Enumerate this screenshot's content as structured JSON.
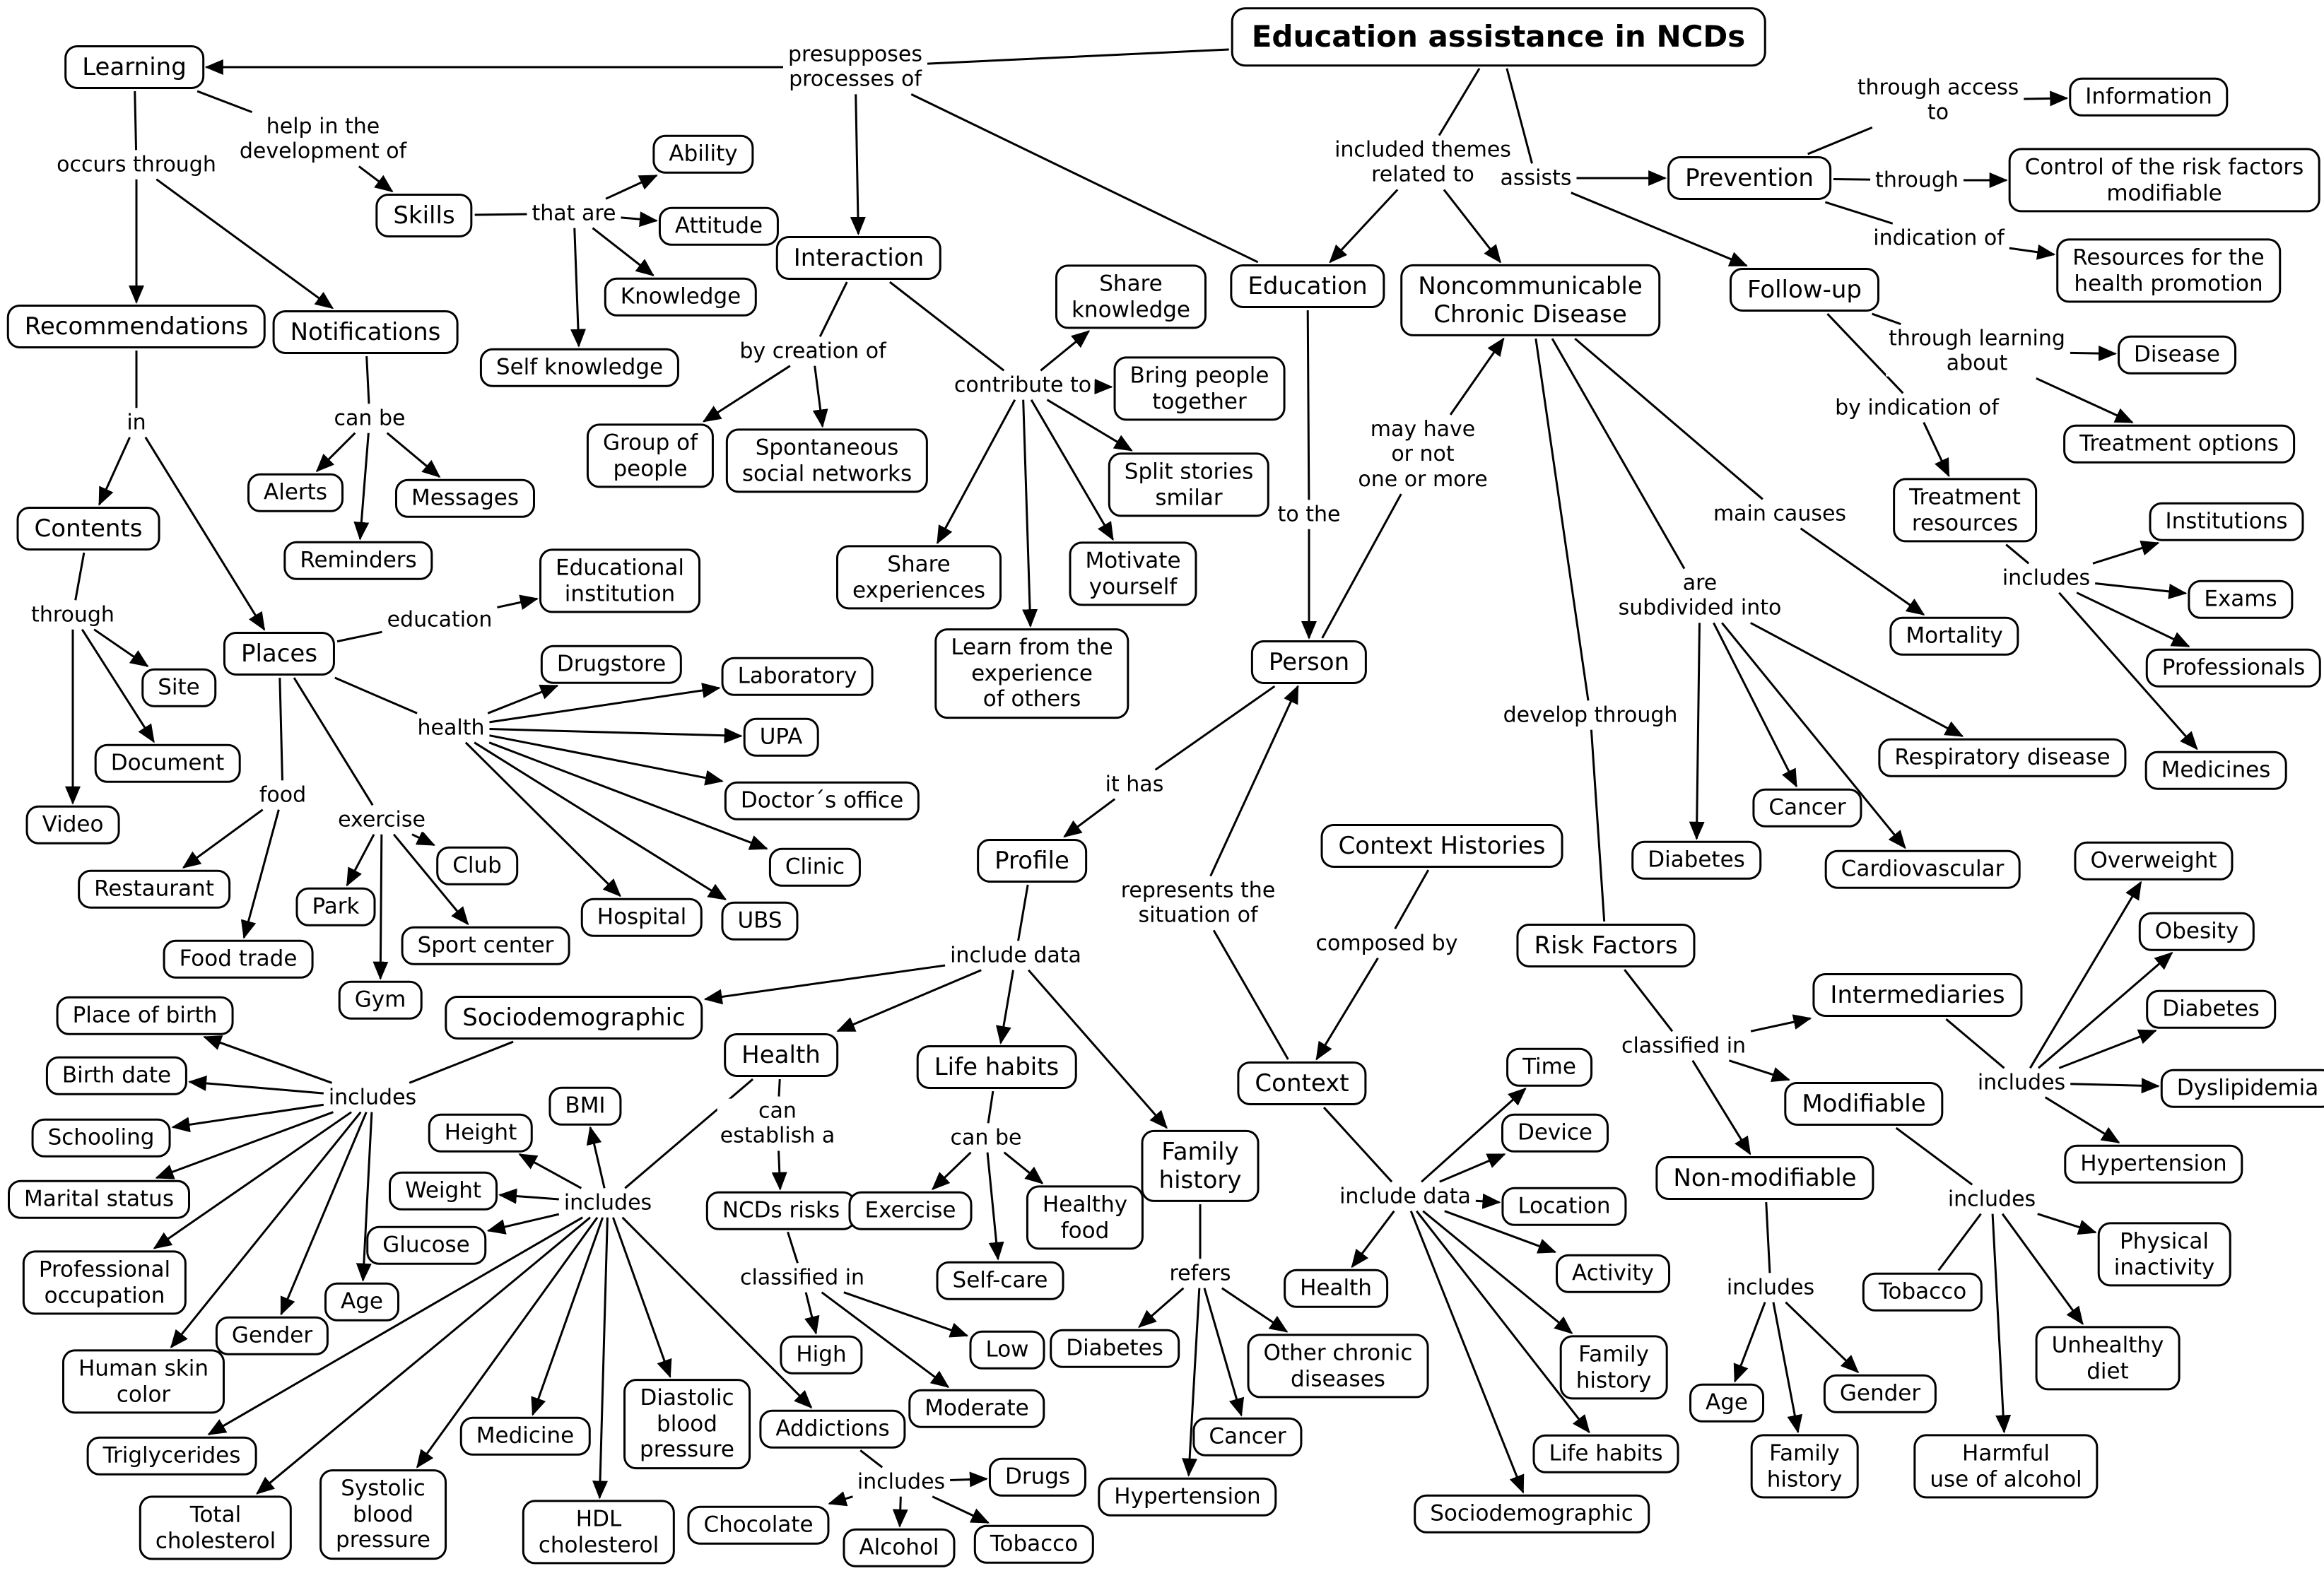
{
  "title": "Education assistance in NCDs",
  "nodes": [
    {
      "id": "edu_ncd",
      "text": "Education assistance in NCDs",
      "cls": "title"
    },
    {
      "id": "learning",
      "text": "Learning",
      "cls": "big"
    },
    {
      "id": "skills",
      "text": "Skills",
      "cls": "big"
    },
    {
      "id": "ability",
      "text": "Ability"
    },
    {
      "id": "attitude",
      "text": "Attitude"
    },
    {
      "id": "knowledge",
      "text": "Knowledge"
    },
    {
      "id": "selfknow",
      "text": "Self knowledge"
    },
    {
      "id": "interaction",
      "text": "Interaction",
      "cls": "big"
    },
    {
      "id": "education",
      "text": "Education",
      "cls": "big"
    },
    {
      "id": "ncd",
      "text": "Noncommunicable\nChronic Disease",
      "cls": "big"
    },
    {
      "id": "prevention",
      "text": "Prevention",
      "cls": "big"
    },
    {
      "id": "information",
      "text": "Information"
    },
    {
      "id": "control_rf",
      "text": "Control of the risk factors\nmodifiable"
    },
    {
      "id": "resources_hp",
      "text": "Resources for the\nhealth promotion"
    },
    {
      "id": "followup",
      "text": "Follow-up",
      "cls": "big"
    },
    {
      "id": "disease",
      "text": "Disease"
    },
    {
      "id": "treatment_opt",
      "text": "Treatment options"
    },
    {
      "id": "treatment_res",
      "text": "Treatment\nresources"
    },
    {
      "id": "institutions",
      "text": "Institutions"
    },
    {
      "id": "exams",
      "text": "Exams"
    },
    {
      "id": "professionals",
      "text": "Professionals"
    },
    {
      "id": "medicines",
      "text": "Medicines"
    },
    {
      "id": "recommendations",
      "text": "Recommendations",
      "cls": "big"
    },
    {
      "id": "notifications",
      "text": "Notifications",
      "cls": "big"
    },
    {
      "id": "alerts",
      "text": "Alerts"
    },
    {
      "id": "messages",
      "text": "Messages"
    },
    {
      "id": "reminders",
      "text": "Reminders"
    },
    {
      "id": "contents",
      "text": "Contents",
      "cls": "big"
    },
    {
      "id": "site",
      "text": "Site"
    },
    {
      "id": "document",
      "text": "Document"
    },
    {
      "id": "video",
      "text": "Video"
    },
    {
      "id": "places",
      "text": "Places",
      "cls": "big"
    },
    {
      "id": "edu_inst",
      "text": "Educational\ninstitution"
    },
    {
      "id": "drugstore",
      "text": "Drugstore"
    },
    {
      "id": "laboratory",
      "text": "Laboratory"
    },
    {
      "id": "upa",
      "text": "UPA"
    },
    {
      "id": "doctors",
      "text": "Doctor´s office"
    },
    {
      "id": "clinic",
      "text": "Clinic"
    },
    {
      "id": "ubs",
      "text": "UBS"
    },
    {
      "id": "hospital",
      "text": "Hospital"
    },
    {
      "id": "restaurant",
      "text": "Restaurant"
    },
    {
      "id": "foodtrade",
      "text": "Food trade"
    },
    {
      "id": "park",
      "text": "Park"
    },
    {
      "id": "club",
      "text": "Club"
    },
    {
      "id": "gym",
      "text": "Gym"
    },
    {
      "id": "sportcenter",
      "text": "Sport center"
    },
    {
      "id": "group_people",
      "text": "Group of\npeople"
    },
    {
      "id": "spont_sn",
      "text": "Spontaneous\nsocial networks"
    },
    {
      "id": "share_know",
      "text": "Share\nknowledge"
    },
    {
      "id": "bring_people",
      "text": "Bring people\ntogether"
    },
    {
      "id": "split_stories",
      "text": "Split stories\nsmilar"
    },
    {
      "id": "motivate",
      "text": "Motivate\nyourself"
    },
    {
      "id": "share_exp",
      "text": "Share\nexperiences"
    },
    {
      "id": "learn_exp",
      "text": "Learn from the\nexperience\nof others"
    },
    {
      "id": "person",
      "text": "Person",
      "cls": "big"
    },
    {
      "id": "profile",
      "text": "Profile",
      "cls": "big"
    },
    {
      "id": "context_hist",
      "text": "Context Histories",
      "cls": "big"
    },
    {
      "id": "context",
      "text": "Context",
      "cls": "big"
    },
    {
      "id": "risk_factors",
      "text": "Risk Factors",
      "cls": "big"
    },
    {
      "id": "mortality",
      "text": "Mortality"
    },
    {
      "id": "resp_disease",
      "text": "Respiratory disease"
    },
    {
      "id": "diabetes_ncd",
      "text": "Diabetes"
    },
    {
      "id": "cancer_ncd",
      "text": "Cancer"
    },
    {
      "id": "cardio",
      "text": "Cardiovascular"
    },
    {
      "id": "intermediaries",
      "text": "Intermediaries",
      "cls": "big"
    },
    {
      "id": "overweight",
      "text": "Overweight"
    },
    {
      "id": "obesity",
      "text": "Obesity"
    },
    {
      "id": "diabetes_int",
      "text": "Diabetes"
    },
    {
      "id": "dyslipidemia",
      "text": "Dyslipidemia"
    },
    {
      "id": "hypertension_int",
      "text": "Hypertension"
    },
    {
      "id": "modifiable",
      "text": "Modifiable",
      "cls": "big"
    },
    {
      "id": "nonmodifiable",
      "text": "Non-modifiable",
      "cls": "big"
    },
    {
      "id": "age_nm",
      "text": "Age"
    },
    {
      "id": "family_nm",
      "text": "Family\nhistory"
    },
    {
      "id": "gender_nm",
      "text": "Gender"
    },
    {
      "id": "tobacco_mod",
      "text": "Tobacco"
    },
    {
      "id": "phys_inact",
      "text": "Physical\ninactivity"
    },
    {
      "id": "unhealthy",
      "text": "Unhealthy\ndiet"
    },
    {
      "id": "alcohol_mod",
      "text": "Harmful\nuse of alcohol"
    },
    {
      "id": "sociodem",
      "text": "Sociodemographic",
      "cls": "big"
    },
    {
      "id": "place_birth",
      "text": "Place of birth"
    },
    {
      "id": "birth_date",
      "text": "Birth date"
    },
    {
      "id": "schooling",
      "text": "Schooling"
    },
    {
      "id": "marital",
      "text": "Marital status"
    },
    {
      "id": "prof_occ",
      "text": "Professional\noccupation"
    },
    {
      "id": "skin_color",
      "text": "Human skin\ncolor"
    },
    {
      "id": "gender_sd",
      "text": "Gender"
    },
    {
      "id": "age_sd",
      "text": "Age"
    },
    {
      "id": "health_p",
      "text": "Health",
      "cls": "big"
    },
    {
      "id": "bmi",
      "text": "BMI"
    },
    {
      "id": "height",
      "text": "Height"
    },
    {
      "id": "weight",
      "text": "Weight"
    },
    {
      "id": "glucose",
      "text": "Glucose"
    },
    {
      "id": "triglycerides",
      "text": "Triglycerides"
    },
    {
      "id": "total_chol",
      "text": "Total\ncholesterol"
    },
    {
      "id": "systolic",
      "text": "Systolic\nblood\npressure"
    },
    {
      "id": "medicine",
      "text": "Medicine"
    },
    {
      "id": "hdl",
      "text": "HDL\ncholesterol"
    },
    {
      "id": "diastolic",
      "text": "Diastolic\nblood\npressure"
    },
    {
      "id": "ncd_risks",
      "text": "NCDs risks"
    },
    {
      "id": "high",
      "text": "High"
    },
    {
      "id": "low",
      "text": "Low"
    },
    {
      "id": "moderate",
      "text": "Moderate"
    },
    {
      "id": "addictions",
      "text": "Addictions"
    },
    {
      "id": "drugs",
      "text": "Drugs"
    },
    {
      "id": "chocolate",
      "text": "Chocolate"
    },
    {
      "id": "alcohol_add",
      "text": "Alcohol"
    },
    {
      "id": "tobacco_add",
      "text": "Tobacco"
    },
    {
      "id": "life_habits",
      "text": "Life habits",
      "cls": "big"
    },
    {
      "id": "exercise_lh",
      "text": "Exercise"
    },
    {
      "id": "healthy_food",
      "text": "Healthy\nfood"
    },
    {
      "id": "selfcare",
      "text": "Self-care"
    },
    {
      "id": "family_hist",
      "text": "Family\nhistory",
      "cls": "big"
    },
    {
      "id": "diabetes_fh",
      "text": "Diabetes"
    },
    {
      "id": "hypertension_fh",
      "text": "Hypertension"
    },
    {
      "id": "cancer_fh",
      "text": "Cancer"
    },
    {
      "id": "other_chronic",
      "text": "Other chronic\ndiseases"
    },
    {
      "id": "time",
      "text": "Time"
    },
    {
      "id": "device",
      "text": "Device"
    },
    {
      "id": "location",
      "text": "Location"
    },
    {
      "id": "activity",
      "text": "Activity"
    },
    {
      "id": "family_ctx",
      "text": "Family\nhistory"
    },
    {
      "id": "lifehabits_ctx",
      "text": "Life habits"
    },
    {
      "id": "health_ctx",
      "text": "Health"
    },
    {
      "id": "sociodem_ctx",
      "text": "Sociodemographic"
    }
  ],
  "labels": [
    {
      "id": "l_presupposes",
      "text": "presupposes\nprocesses of"
    },
    {
      "id": "l_help",
      "text": "help in the\ndevelopment of"
    },
    {
      "id": "l_occurs",
      "text": "occurs through"
    },
    {
      "id": "l_thatare",
      "text": "that are"
    },
    {
      "id": "l_included",
      "text": "included themes\nrelated to"
    },
    {
      "id": "l_assists",
      "text": "assists"
    },
    {
      "id": "l_access",
      "text": "through access\nto"
    },
    {
      "id": "l_through_p",
      "text": "through"
    },
    {
      "id": "l_indication",
      "text": "indication of"
    },
    {
      "id": "l_thrulearn",
      "text": "through learning\nabout"
    },
    {
      "id": "l_byind",
      "text": "by indication of"
    },
    {
      "id": "l_includes_tr",
      "text": "includes"
    },
    {
      "id": "l_in",
      "text": "in"
    },
    {
      "id": "l_canbe_n",
      "text": "can be"
    },
    {
      "id": "l_through_c",
      "text": "through"
    },
    {
      "id": "l_education",
      "text": "education"
    },
    {
      "id": "l_health",
      "text": "health"
    },
    {
      "id": "l_food",
      "text": "food"
    },
    {
      "id": "l_exercise",
      "text": "exercise"
    },
    {
      "id": "l_bycreation",
      "text": "by creation of"
    },
    {
      "id": "l_contribute",
      "text": "contribute to"
    },
    {
      "id": "l_tothe",
      "text": "to the"
    },
    {
      "id": "l_mayhave",
      "text": "may have\nor not\none or more"
    },
    {
      "id": "l_ithas",
      "text": "it has"
    },
    {
      "id": "l_represents",
      "text": "represents the\nsituation of"
    },
    {
      "id": "l_composed",
      "text": "composed by"
    },
    {
      "id": "l_develop",
      "text": "develop through"
    },
    {
      "id": "l_maincauses",
      "text": "main causes"
    },
    {
      "id": "l_subdivided",
      "text": "are\nsubdivided into"
    },
    {
      "id": "l_classified_rf",
      "text": "classified in"
    },
    {
      "id": "l_includes_int",
      "text": "includes"
    },
    {
      "id": "l_includes_mod",
      "text": "includes"
    },
    {
      "id": "l_includes_nm",
      "text": "includes"
    },
    {
      "id": "l_includedata_p",
      "text": "include data"
    },
    {
      "id": "l_includes_sd",
      "text": "includes"
    },
    {
      "id": "l_includes_h",
      "text": "includes"
    },
    {
      "id": "l_canest",
      "text": "can\nestablish a"
    },
    {
      "id": "l_classified_r",
      "text": "classified in"
    },
    {
      "id": "l_includes_add",
      "text": "includes"
    },
    {
      "id": "l_canbe_lh",
      "text": "can be"
    },
    {
      "id": "l_refers",
      "text": "refers"
    },
    {
      "id": "l_includedata_c",
      "text": "include data"
    }
  ]
}
